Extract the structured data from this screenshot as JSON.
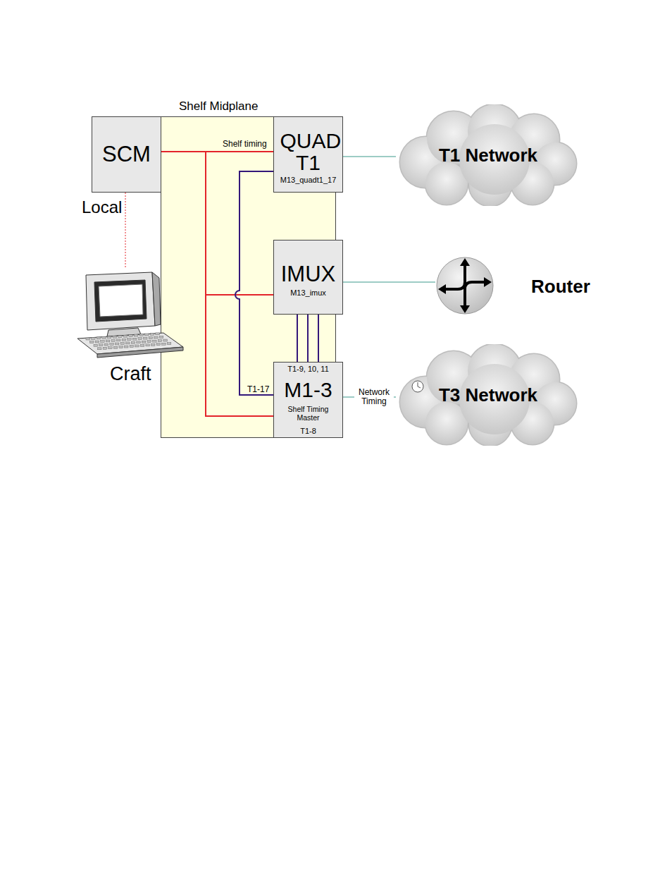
{
  "diagram": {
    "nodes": [
      {
        "text": [
          "Shelf Midplane"
        ]
      },
      {
        "text": [
          "SCM"
        ]
      },
      {
        "text": [
          "QUAD T1",
          "M13_quadt1_17"
        ]
      },
      {
        "text": [
          "T1 Network"
        ]
      },
      {
        "text": [
          "IMUX",
          "M13_imux"
        ]
      },
      {
        "text": [
          "Router"
        ]
      },
      {
        "text": [
          "T1-9, 10, 11",
          "M1-3",
          "Shelf Timing Master",
          "T1-8"
        ]
      },
      {
        "text": [
          "T3 Network"
        ]
      },
      {
        "text": [
          "Craft"
        ]
      }
    ],
    "edges": [
      {
        "from": 1,
        "to": 2,
        "arrow": "none",
        "label": "Shelf timing"
      },
      {
        "from": 1,
        "to": 4,
        "arrow": "none"
      },
      {
        "from": 1,
        "to": 6,
        "arrow": "none"
      },
      {
        "from": 2,
        "to": 6,
        "arrow": "none",
        "label": "T1-17"
      },
      {
        "from": 4,
        "to": 6,
        "arrow": "none"
      },
      {
        "from": 4,
        "to": 6,
        "arrow": "none"
      },
      {
        "from": 4,
        "to": 6,
        "arrow": "none"
      },
      {
        "from": 2,
        "to": 3,
        "arrow": "none"
      },
      {
        "from": 4,
        "to": 5,
        "arrow": "none"
      },
      {
        "from": 6,
        "to": 7,
        "arrow": "none",
        "label": "Network Timing"
      },
      {
        "from": 1,
        "to": 8,
        "arrow": "none",
        "label": "Local"
      }
    ]
  }
}
